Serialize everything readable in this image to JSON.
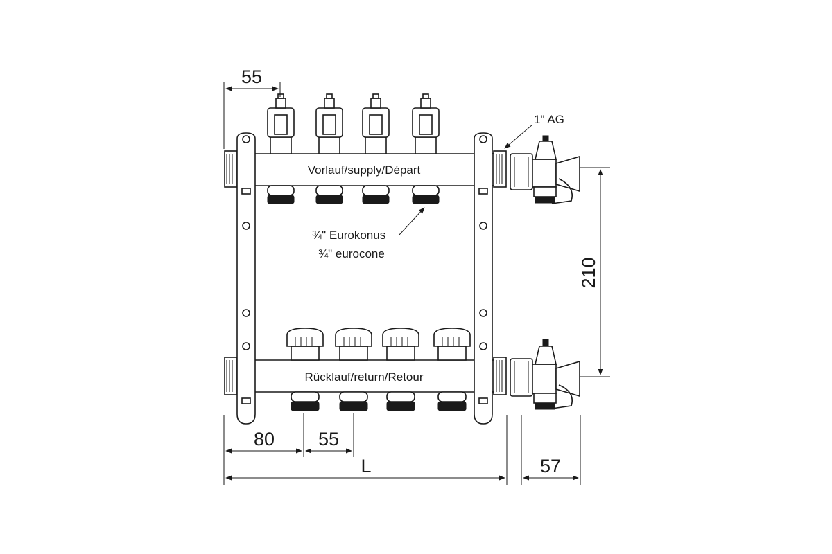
{
  "dimensions": {
    "top_spacing": "55",
    "first_offset": "80",
    "outlet_spacing": "55",
    "total_length": "L",
    "valve_width": "57",
    "bar_distance": "210"
  },
  "labels": {
    "connection_thread": "1\" AG",
    "supply_bar": "Vorlauf/supply/Départ",
    "return_bar": "Rücklauf/return/Retour",
    "eurocone_de": "¾\" Eurokonus",
    "eurocone_en": "¾\" eurocone"
  },
  "colors": {
    "line": "#1a1a1a",
    "background": "#ffffff"
  },
  "components": {
    "supply_flow_meters": 4,
    "return_valves": 4,
    "ball_valves": 2
  }
}
